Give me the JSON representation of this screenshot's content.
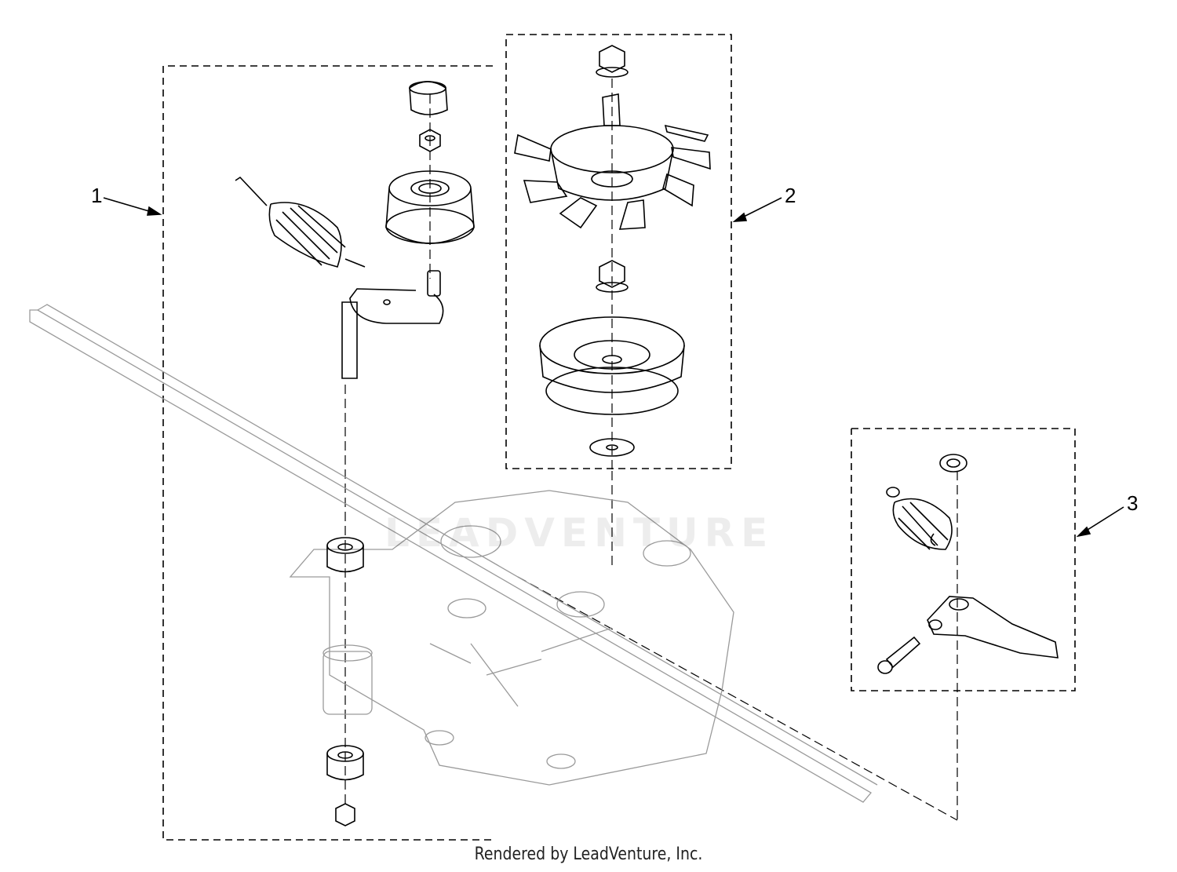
{
  "callouts": [
    {
      "number": "1"
    },
    {
      "number": "2"
    },
    {
      "number": "3"
    }
  ],
  "watermark": "LEADVENTURE",
  "footer": "Rendered by LeadVenture, Inc.",
  "colors": {
    "line": "#000000",
    "ghost": "#9a9a9a",
    "watermark": "#ededed"
  }
}
